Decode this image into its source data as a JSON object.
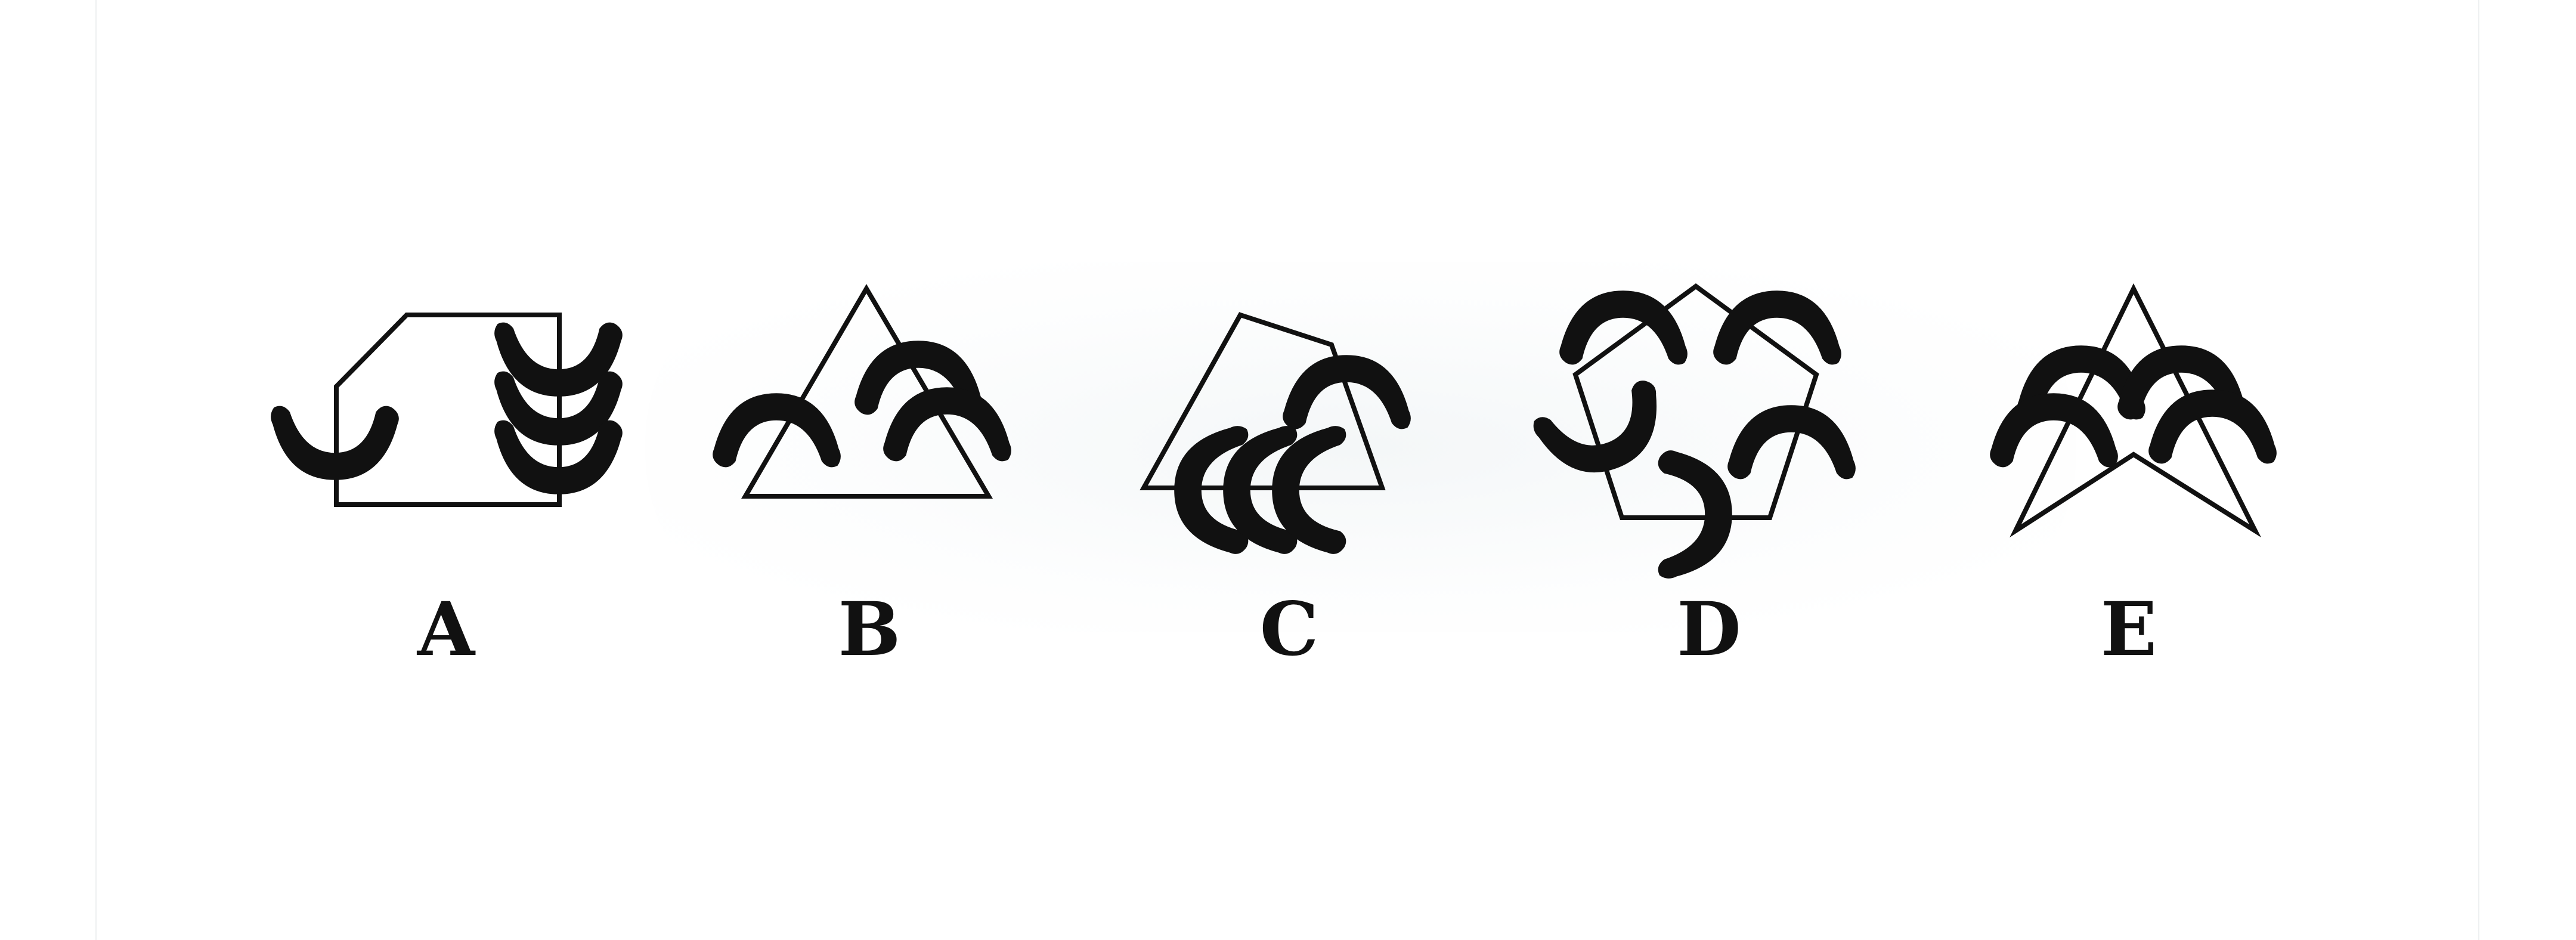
{
  "options": [
    {
      "label": "A"
    },
    {
      "label": "B"
    },
    {
      "label": "C"
    },
    {
      "label": "D"
    },
    {
      "label": "E"
    }
  ],
  "colors": {
    "stroke": "#111111",
    "background": "#ffffff"
  }
}
